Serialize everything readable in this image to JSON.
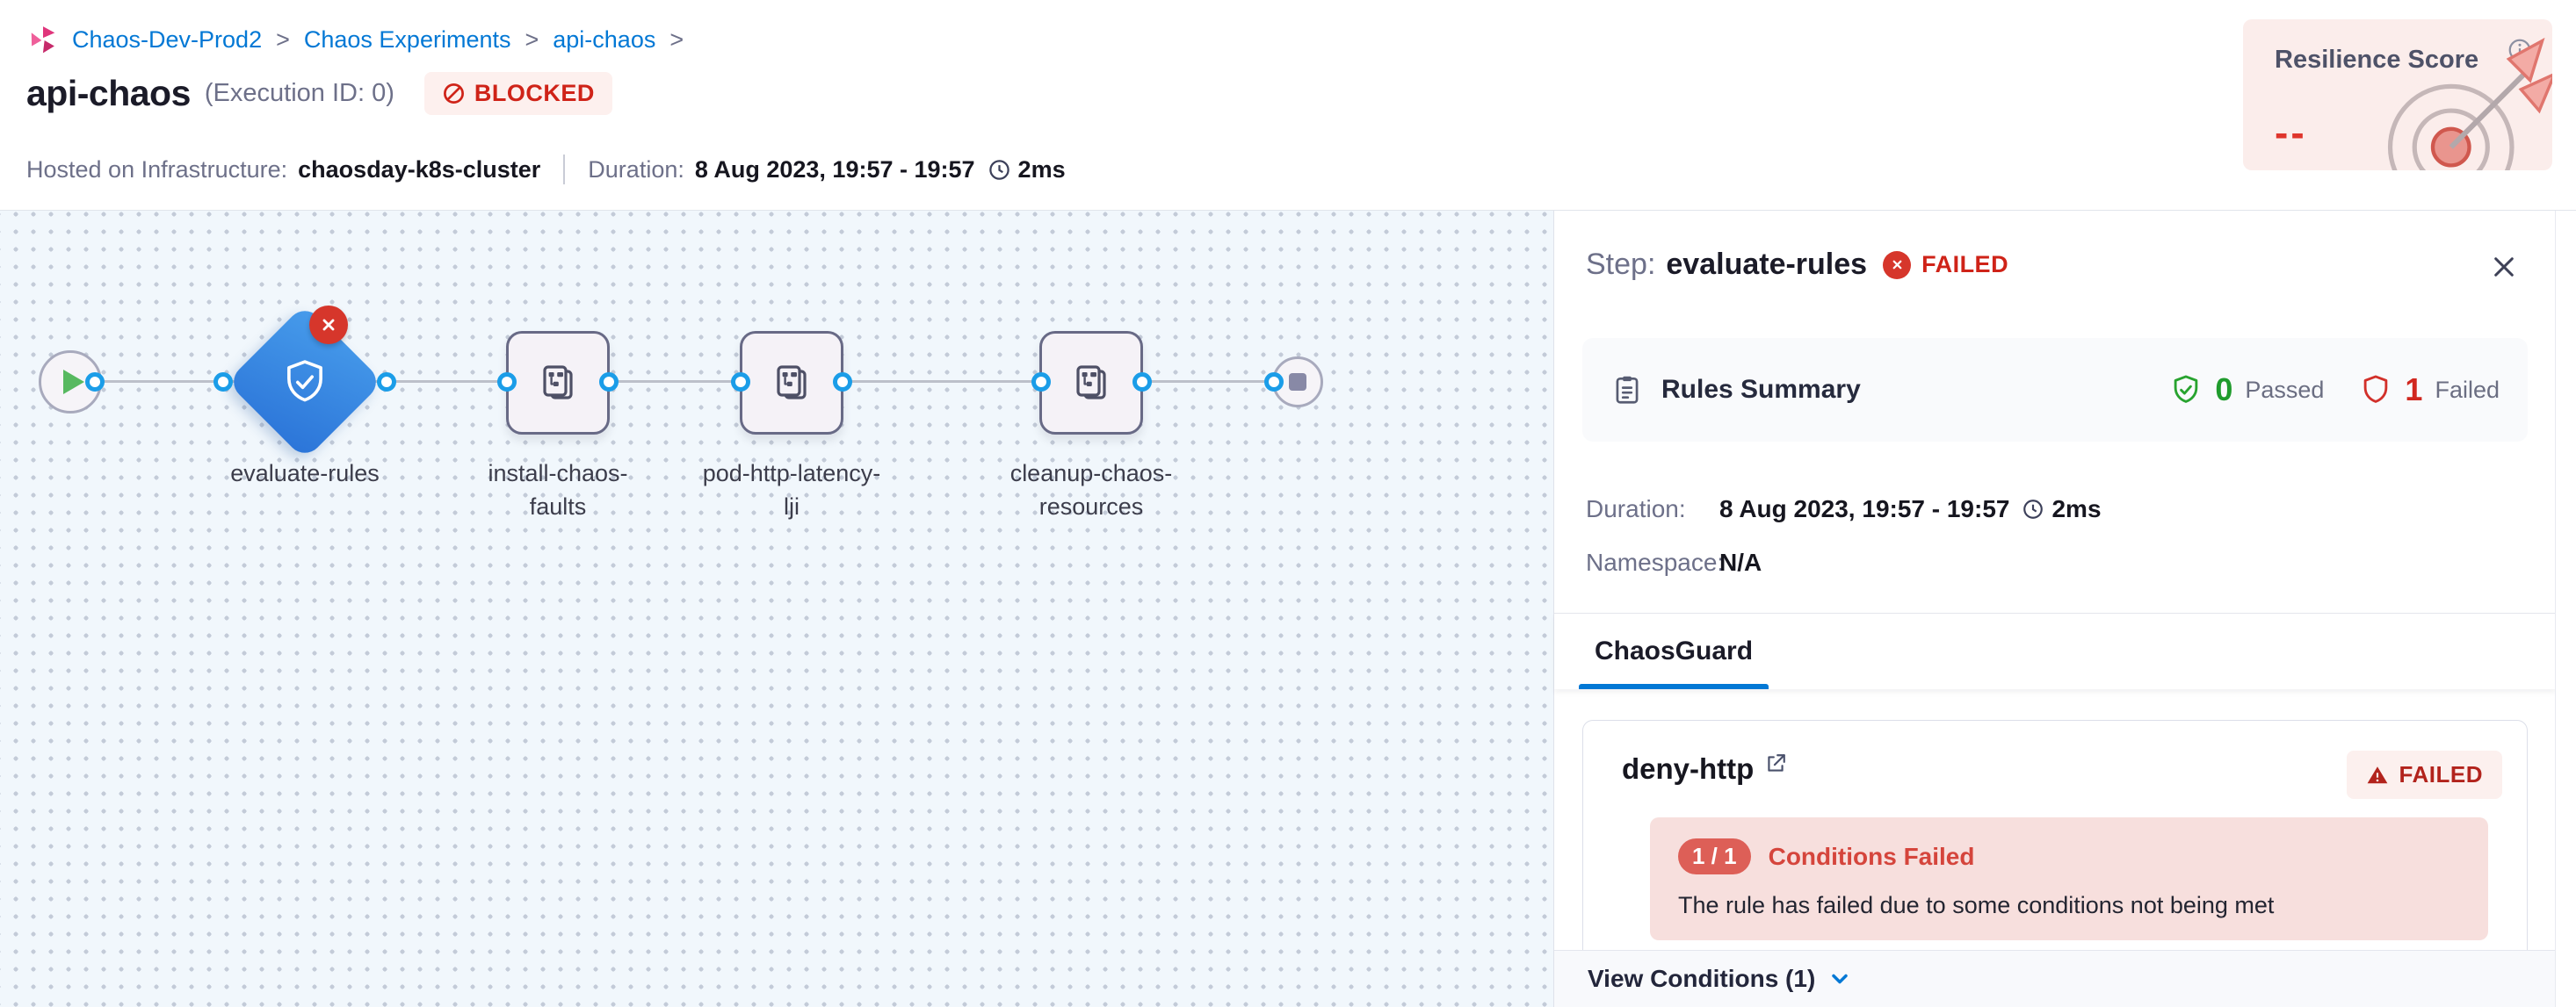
{
  "colors": {
    "accent": "#0278d5",
    "danger": "#cf2318",
    "success": "#1f9b2d",
    "node_blue": "#3688e2",
    "resilience_bg": "#fbedeb"
  },
  "breadcrumb": {
    "sep": ">",
    "items": [
      "Chaos-Dev-Prod2",
      "Chaos Experiments",
      "api-chaos"
    ]
  },
  "header": {
    "title": "api-chaos",
    "execution_id": "(Execution ID: 0)",
    "status": "BLOCKED",
    "infra_label": "Hosted on Infrastructure:",
    "infra_value": "chaosday-k8s-cluster",
    "duration_label": "Duration:",
    "duration_value": "8 Aug 2023, 19:57 - 19:57",
    "duration_ms": "2ms"
  },
  "resilience": {
    "title": "Resilience Score",
    "value": "--"
  },
  "pipeline": {
    "nodes": [
      {
        "label": "evaluate-rules"
      },
      {
        "line1": "install-chaos-",
        "line2": "faults"
      },
      {
        "line1": "pod-http-latency-",
        "line2": "lji"
      },
      {
        "line1": "cleanup-chaos-",
        "line2": "resources"
      }
    ]
  },
  "panel": {
    "step_label": "Step:",
    "step_name": "evaluate-rules",
    "status": "FAILED",
    "summary": {
      "title": "Rules Summary",
      "passed": "0",
      "passed_label": "Passed",
      "failed": "1",
      "failed_label": "Failed"
    },
    "duration_label": "Duration:",
    "duration_value": "8 Aug 2023, 19:57 - 19:57",
    "duration_ms": "2ms",
    "namespace_label": "Namespace:",
    "namespace_value": "N/A",
    "tab": "ChaosGuard",
    "rule": {
      "name": "deny-http",
      "status": "FAILED",
      "ratio": "1 / 1",
      "conditions_title": "Conditions Failed",
      "message": "The rule has failed due to some conditions not being met",
      "view_conditions": "View Conditions (1)"
    }
  }
}
